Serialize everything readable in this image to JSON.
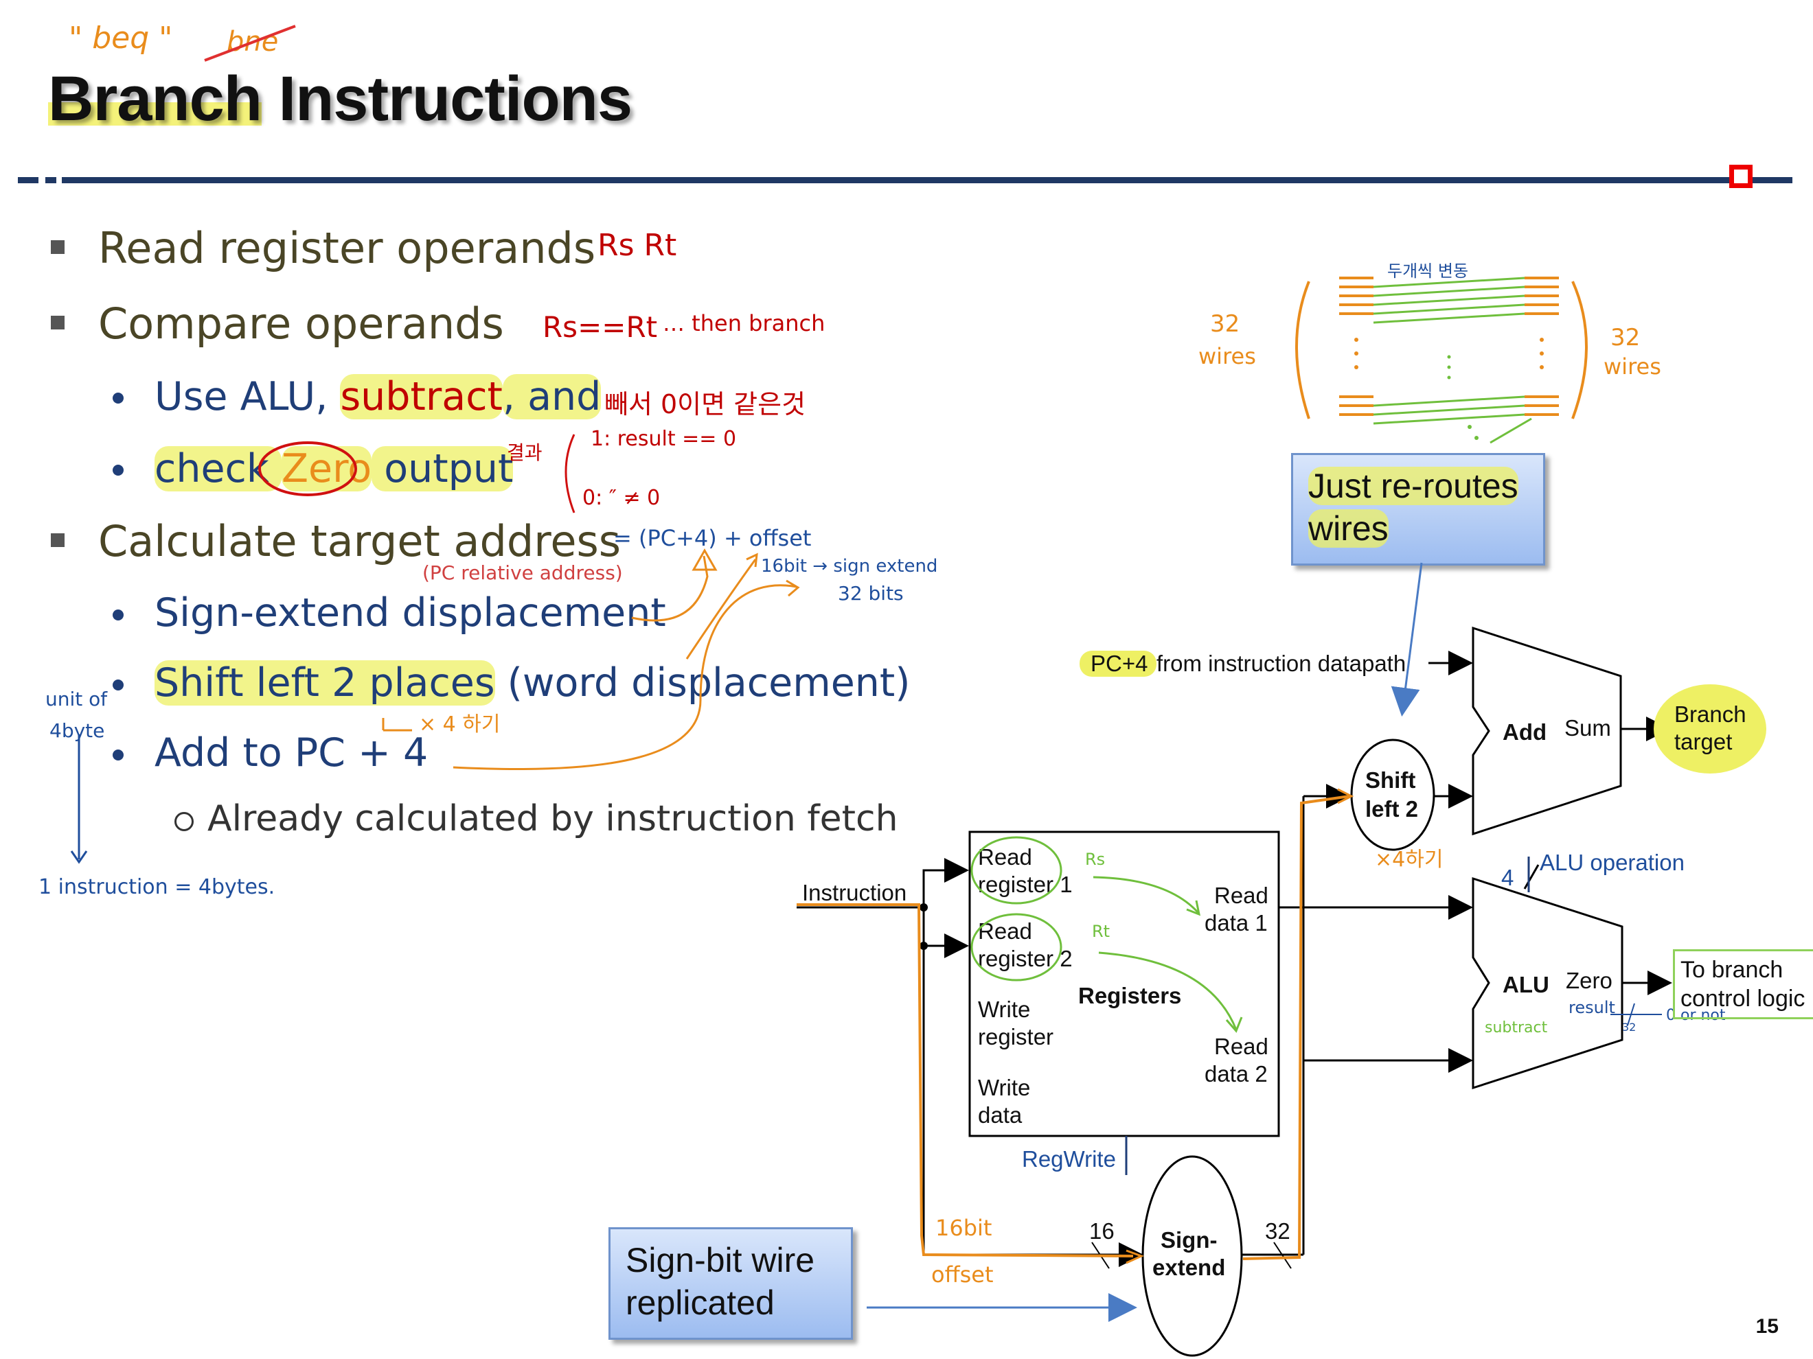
{
  "slide": {
    "title_part1": "Branch",
    "title_part2": "Instructions",
    "page_number": "15"
  },
  "bullets": {
    "b1": "Read register operands",
    "b2": "Compare operands",
    "b2a_pre": "Use ALU, ",
    "b2a_sub": "subtract",
    "b2a_post": ", and",
    "b2b_pre": "check ",
    "b2b_zero": "Zero",
    "b2b_post": " output",
    "b3": "Calculate target address",
    "b3a": "Sign-extend displacement",
    "b3b_hl": "Shift left 2 places",
    "b3b_rest": " (word displacement)",
    "b3c": "Add to PC + 4",
    "b3c_sub": "Already calculated by instruction fetch"
  },
  "diagram": {
    "pc_label_hl": "PC+4",
    "pc_label_rest": " from instruction datapath",
    "add": "Add",
    "sum": "Sum",
    "branch_target_1": "Branch",
    "branch_target_2": "target",
    "shift_1": "Shift",
    "shift_2": "left 2",
    "alu_op_num": "4",
    "alu_op": "ALU operation",
    "instruction": "Instruction",
    "read_reg1_a": "Read",
    "read_reg1_b": "register 1",
    "read_reg2_a": "Read",
    "read_reg2_b": "register 2",
    "write_reg_a": "Write",
    "write_reg_b": "register",
    "write_data_a": "Write",
    "write_data_b": "data",
    "registers": "Registers",
    "read_data1_a": "Read",
    "read_data1_b": "data 1",
    "read_data2_a": "Read",
    "read_data2_b": "data 2",
    "regwrite": "RegWrite",
    "alu": "ALU",
    "zero": "Zero",
    "to_branch_1": "To branch",
    "to_branch_2": "control logic",
    "bits16": "16",
    "bits32": "32",
    "sign_1": "Sign-",
    "sign_2": "extend",
    "callout_reroute_1": "Just re-routes",
    "callout_reroute_2": "wires",
    "callout_signbit_1": "Sign-bit wire",
    "callout_signbit_2": "replicated"
  },
  "annotations": {
    "beq": "\" beq \"",
    "bne": "bne",
    "rs_rt": "Rs  Rt",
    "rs_eq_rt": "Rs==Rt",
    "then_branch": "… then branch",
    "korean_subtract": "빼서 0이면 같은것",
    "result_label": "결과",
    "result_1": "1:  result == 0",
    "result_0": "0:    ″    ≠ 0",
    "target_eq": "= (PC+4) + offset",
    "pc_relative": "(PC relative address)",
    "sign_extend_note": "16bit → sign extend",
    "bits_32_note": "32 bits",
    "x4_note": "× 4 하기",
    "unit_note_1": "unit of",
    "unit_note_2": "4byte",
    "instruction_note": "1 instruction = 4bytes.",
    "wires32_left_1": "32",
    "wires32_left_2": "wires",
    "wires32_right_1": "32",
    "wires32_right_2": "wires",
    "reroute_note": "두개씩 변동",
    "rs_small": "Rs",
    "rt_small": "Rt",
    "x4_small": "×4하기",
    "offset_16bit": "16bit",
    "offset_label": "offset",
    "subtract_small": "subtract",
    "result_small": "result",
    "zero_or_not": "0 or not",
    "bits_32_small": "32"
  },
  "colors": {
    "title_bar": "#1f3864",
    "bullet_dark": "#4a4526",
    "bullet_blue": "#1f3e78",
    "highlight": "#eef064",
    "annot_orange": "#e98c1c",
    "annot_red": "#c00000",
    "annot_green": "#6fbf3c",
    "annot_blue": "#1f4e9c"
  }
}
